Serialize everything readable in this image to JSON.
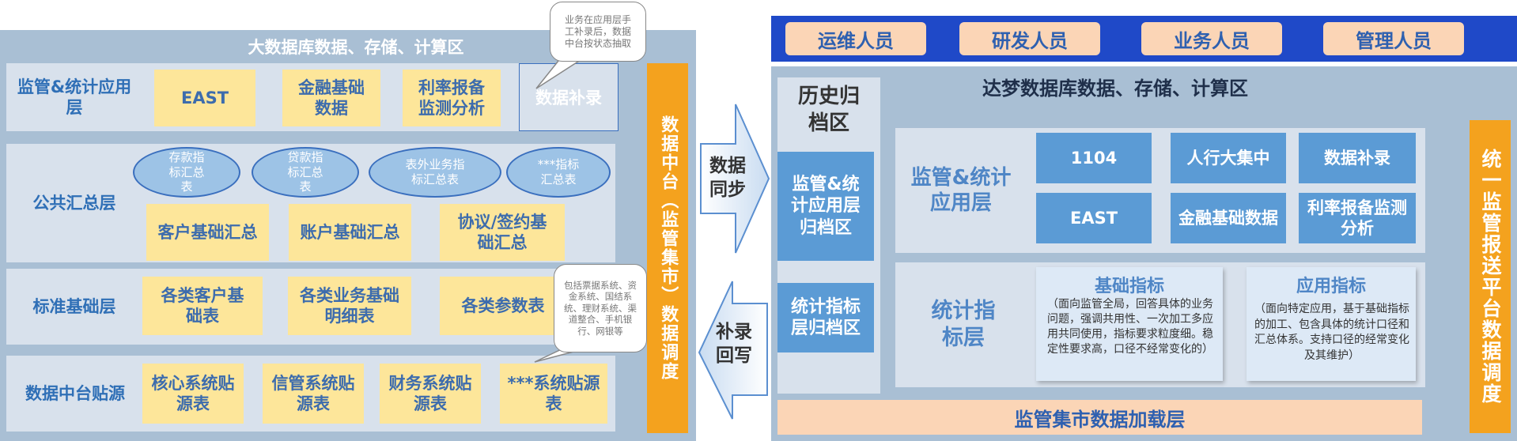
{
  "left": {
    "title": "大数据库数据、存储、计算区",
    "layers": [
      {
        "label": "监管&统计应用层",
        "boxes": [
          "EAST",
          "金融基础数据",
          "利率报备监测分析"
        ],
        "extra": "数据补录"
      },
      {
        "label": "公共汇总层",
        "ovals": [
          "存款指标汇总表",
          "贷款指标汇总表",
          "表外业务指标汇总表",
          "***指标汇总表"
        ],
        "boxes": [
          "客户基础汇总",
          "账户基础汇总",
          "协议/签约基础汇总"
        ]
      },
      {
        "label": "标准基础层",
        "boxes": [
          "各类客户基础表",
          "各类业务基础明细表",
          "各类参数表"
        ]
      },
      {
        "label": "数据中台贴源",
        "boxes": [
          "核心系统贴源表",
          "信管系统贴源表",
          "财务系统贴源表",
          "***系统贴源表"
        ]
      }
    ],
    "bubble_top": "业务在应用层手工补录后，数据中台按状态抽取",
    "bubble_bottom": "包括票据系统、资金系统、国结系统、理财系统、渠道整合、手机银行、网银等",
    "sidebar": "数据中台（监管集市）数据调度"
  },
  "arrows": {
    "sync": "数据同步",
    "writeback": "补录回写"
  },
  "right": {
    "roles": [
      "运维人员",
      "研发人员",
      "业务人员",
      "管理人员"
    ],
    "title": "达梦数据库数据、存储、计算区",
    "history": {
      "title": "历史归档区",
      "app": "监管&统计应用层归档区",
      "stat": "统计指标层归档区"
    },
    "app_layer": {
      "label": "监管&统计应用层",
      "boxes": [
        "1104",
        "人行大集中",
        "数据补录",
        "EAST",
        "金融基础数据",
        "利率报备监测分析"
      ]
    },
    "stat_layer": {
      "label": "统计指标层",
      "basic": {
        "title": "基础指标",
        "desc": "（面向监管全局，回答具体的业务问题，强调共用性、一次加工多应用共同使用，指标要求粒度细。稳定性要求高，口径不经常变化的）"
      },
      "apply": {
        "title": "应用指标",
        "desc": "（面向特定应用，基于基础指标的加工、包含具体的统计口径和汇总体系。支持口径的经常变化及其维护）"
      }
    },
    "load_layer": "监管集市数据加载层",
    "sidebar": "统一监管报送平台数据调度"
  },
  "colors": {
    "panel": "#a9bfd4",
    "row": "#d8e1ec",
    "yellow": "#fde69a",
    "orange": "#f4a21e",
    "blue": "#5b9bd5",
    "navy": "#1f49c8",
    "peach": "#fbd5b6",
    "text_blue": "#2f6fb6"
  }
}
